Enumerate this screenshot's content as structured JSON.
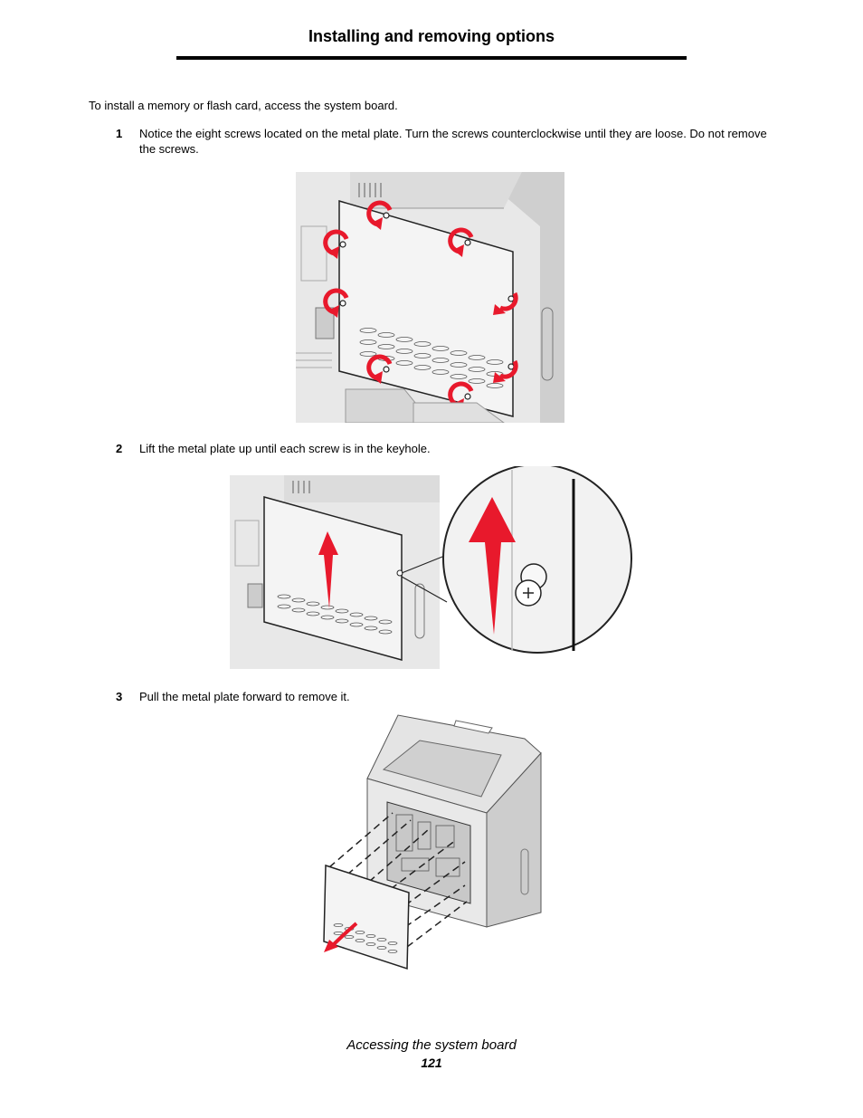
{
  "header": {
    "title": "Installing and removing options"
  },
  "intro": "To install a memory or flash card, access the system board.",
  "steps": [
    {
      "number": "1",
      "text": "Notice the eight screws located on the metal plate. Turn the screws counterclockwise until they are loose. Do not remove the screws."
    },
    {
      "number": "2",
      "text": "Lift the metal plate up until each screw is in the keyhole."
    },
    {
      "number": "3",
      "text": "Pull the metal plate forward to remove it."
    }
  ],
  "colors": {
    "arrow": "#e8192c",
    "outline": "#222222",
    "plate": "#f4f4f4",
    "printer": "#e6e6e6",
    "shade": "#bdbdbd"
  },
  "footer": {
    "title": "Accessing the system board",
    "page": "121"
  }
}
